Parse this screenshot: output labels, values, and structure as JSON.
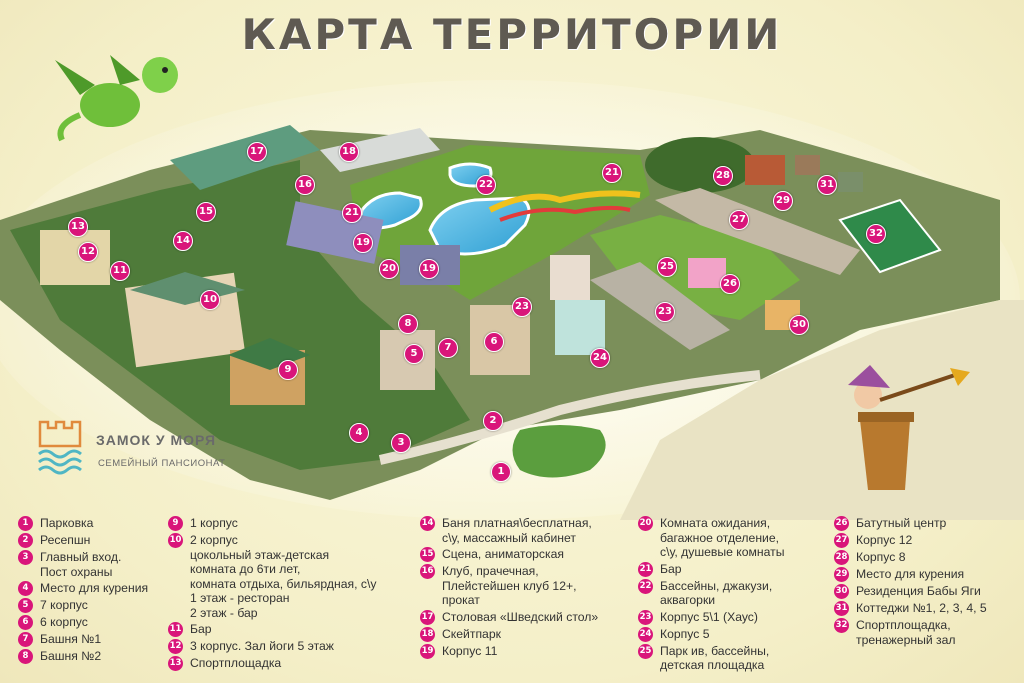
{
  "title": "КАРТА ТЕРРИТОРИИ",
  "logo": {
    "name": "ЗАМОК У МОРЯ",
    "subtitle": "СЕМЕЙНЫЙ ПАНСИОНАТ"
  },
  "colors": {
    "marker": "#d9157a",
    "title": "#5f5a52",
    "grass": "#6fa53a",
    "water": "#4fb6e0",
    "background": "#f7f3d2"
  },
  "map_markers": [
    "1",
    "2",
    "3",
    "4",
    "5",
    "6",
    "7",
    "8",
    "9",
    "10",
    "11",
    "12",
    "13",
    "14",
    "15",
    "16",
    "17",
    "18",
    "19",
    "19",
    "20",
    "21",
    "21",
    "22",
    "23",
    "23",
    "24",
    "25",
    "26",
    "27",
    "28",
    "29",
    "30",
    "31",
    "32"
  ],
  "legend": {
    "col1": [
      {
        "num": "1",
        "text": "Парковка"
      },
      {
        "num": "2",
        "text": "Ресепшн"
      },
      {
        "num": "3",
        "text": "Главный вход.\nПост охраны"
      },
      {
        "num": "4",
        "text": "Место для курения"
      },
      {
        "num": "5",
        "text": "7 корпус"
      },
      {
        "num": "6",
        "text": "6 корпус"
      },
      {
        "num": "7",
        "text": "Башня №1"
      },
      {
        "num": "8",
        "text": "Башня №2"
      }
    ],
    "col2": [
      {
        "num": "9",
        "text": "1 корпус"
      },
      {
        "num": "10",
        "text": "2 корпус\nцокольный этаж-детская\nкомната до 6ти лет,\nкомната отдыха, бильярдная, с\\у\n1 этаж - ресторан\n2 этаж - бар"
      },
      {
        "num": "11",
        "text": "Бар"
      },
      {
        "num": "12",
        "text": "3 корпус. Зал йоги 5 этаж"
      },
      {
        "num": "13",
        "text": "Спортплощадка"
      }
    ],
    "col3": [
      {
        "num": "14",
        "text": "Баня платная\\бесплатная,\nс\\у, массажный кабинет"
      },
      {
        "num": "15",
        "text": "Сцена, аниматорская"
      },
      {
        "num": "16",
        "text": "Клуб, прачечная,\nПлейстейшен клуб 12+,\nпрокат"
      },
      {
        "num": "17",
        "text": "Столовая «Шведский стол»"
      },
      {
        "num": "18",
        "text": "Скейтпарк"
      },
      {
        "num": "19",
        "text": "Корпус 11"
      }
    ],
    "col4": [
      {
        "num": "20",
        "text": "Комната ожидания,\nбагажное отделение,\nс\\у, душевые комнаты"
      },
      {
        "num": "21",
        "text": "Бар"
      },
      {
        "num": "22",
        "text": "Бассейны, джакузи,\nаквагорки"
      },
      {
        "num": "23",
        "text": "Корпус 5\\1 (Хаус)"
      },
      {
        "num": "24",
        "text": "Корпус 5"
      },
      {
        "num": "25",
        "text": "Парк ив, бассейны,\nдетская площадка"
      }
    ],
    "col5": [
      {
        "num": "26",
        "text": "Батутный центр"
      },
      {
        "num": "27",
        "text": "Корпус 12"
      },
      {
        "num": "28",
        "text": "Корпус 8"
      },
      {
        "num": "29",
        "text": "Место для курения"
      },
      {
        "num": "30",
        "text": "Резиденция Бабы Яги"
      },
      {
        "num": "31",
        "text": "Коттеджи №1, 2, 3, 4, 5"
      },
      {
        "num": "32",
        "text": "Спортплощадка,\nтренажерный зал"
      }
    ]
  }
}
